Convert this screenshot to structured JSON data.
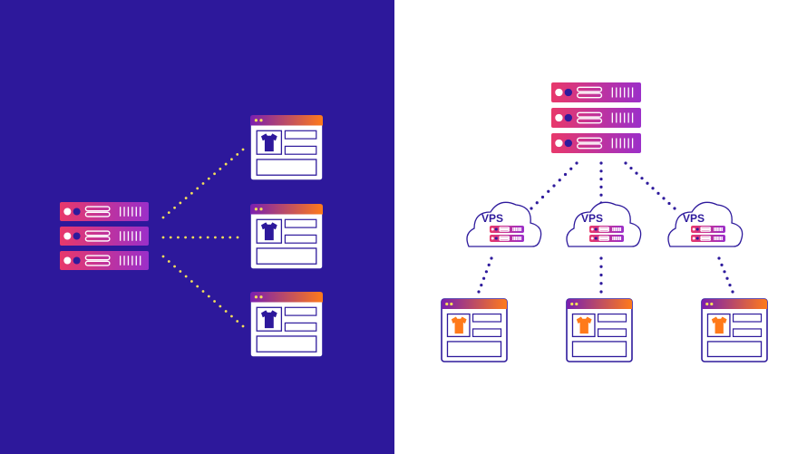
{
  "colors": {
    "left_background": "#2d189b",
    "right_background": "#ffffff",
    "dot_left": "#f5e05a",
    "dot_right": "#2e1a9c",
    "server_gradient": [
      "#e8386b",
      "#9b2fc9"
    ],
    "window_bar_gradient": [
      "#7a1fb0",
      "#ff7a1a"
    ],
    "outline": "#2e1a9c",
    "shirt_left": "#2d189b",
    "shirt_right": "#ff7a1a"
  },
  "left": {
    "description_icon": "shared-hosting-server",
    "server_units": 3,
    "sites": [
      "storefront-window-icon",
      "storefront-window-icon",
      "storefront-window-icon"
    ]
  },
  "right": {
    "server_units": 3,
    "vps_nodes": [
      {
        "label": "VPS"
      },
      {
        "label": "VPS"
      },
      {
        "label": "VPS"
      }
    ],
    "sites": [
      "storefront-window-icon",
      "storefront-window-icon",
      "storefront-window-icon"
    ]
  }
}
